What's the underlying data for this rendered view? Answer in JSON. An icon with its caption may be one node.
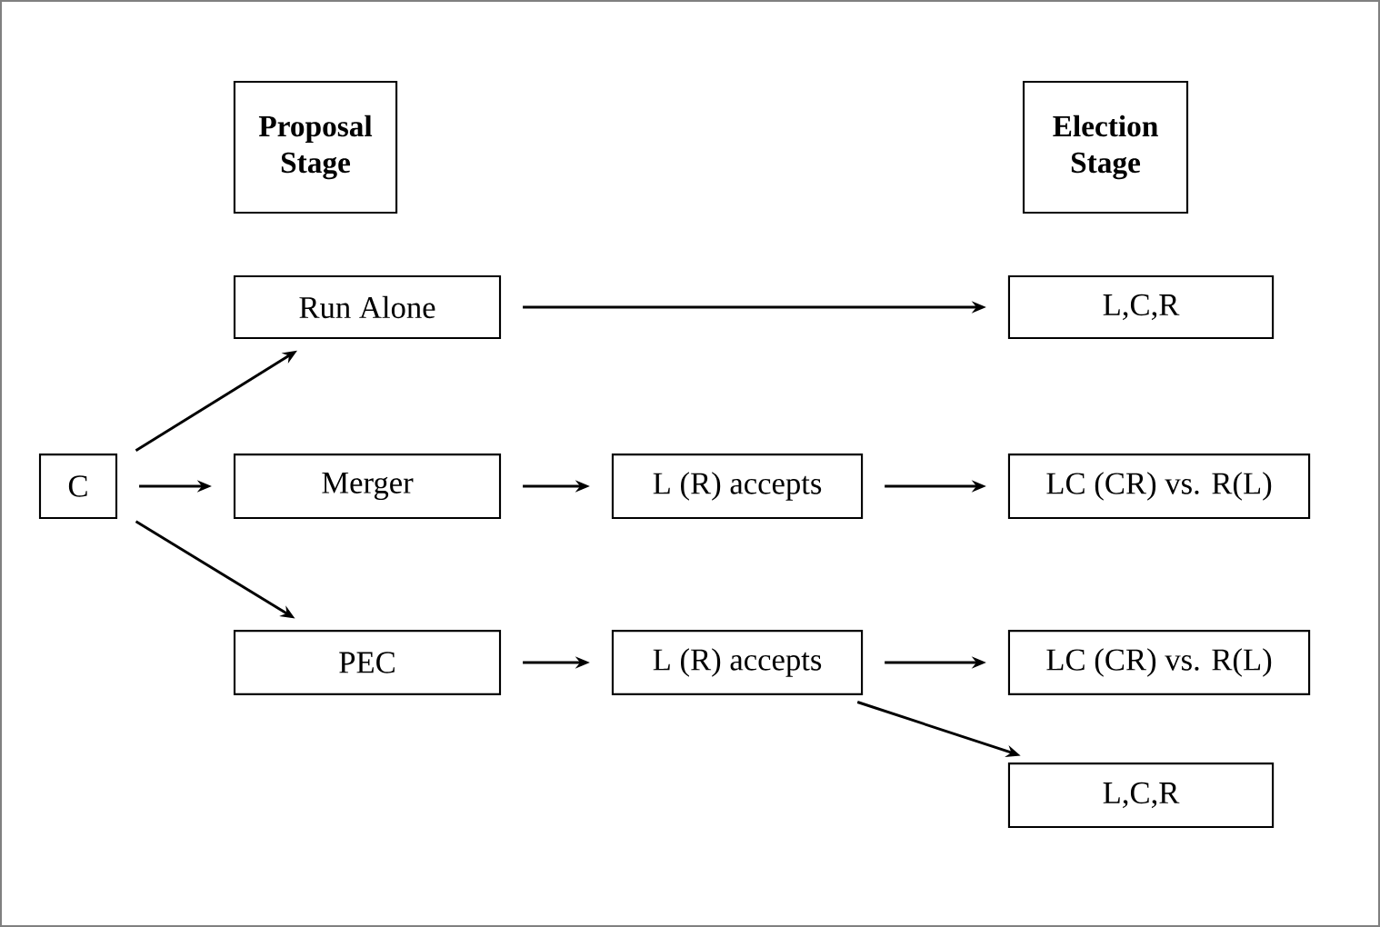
{
  "diagram": {
    "nodes": [
      {
        "text": [
          "Proposal Stage"
        ]
      },
      {
        "text": [
          "Election Stage"
        ]
      },
      {
        "text": [
          "Run Alone"
        ]
      },
      {
        "text": [
          "L,C,R"
        ]
      },
      {
        "text": [
          "C"
        ]
      },
      {
        "text": [
          "Merger"
        ]
      },
      {
        "text": [
          "L (R) accepts"
        ]
      },
      {
        "text": [
          "LC (CR) vs. R(L)"
        ]
      },
      {
        "text": [
          "PEC"
        ]
      },
      {
        "text": [
          "L (R) accepts"
        ]
      },
      {
        "text": [
          "LC (CR) vs. R(L)"
        ]
      },
      {
        "text": [
          "L,C,R"
        ]
      }
    ],
    "edges": [
      {
        "from": 4,
        "to": 2,
        "arrow": "to"
      },
      {
        "from": 4,
        "to": 5,
        "arrow": "to"
      },
      {
        "from": 4,
        "to": 8,
        "arrow": "to"
      },
      {
        "from": 2,
        "to": 3,
        "arrow": "to"
      },
      {
        "from": 5,
        "to": 6,
        "arrow": "to"
      },
      {
        "from": 6,
        "to": 7,
        "arrow": "to"
      },
      {
        "from": 8,
        "to": 9,
        "arrow": "to"
      },
      {
        "from": 9,
        "to": 10,
        "arrow": "to"
      },
      {
        "from": 9,
        "to": 11,
        "arrow": "to"
      }
    ]
  }
}
